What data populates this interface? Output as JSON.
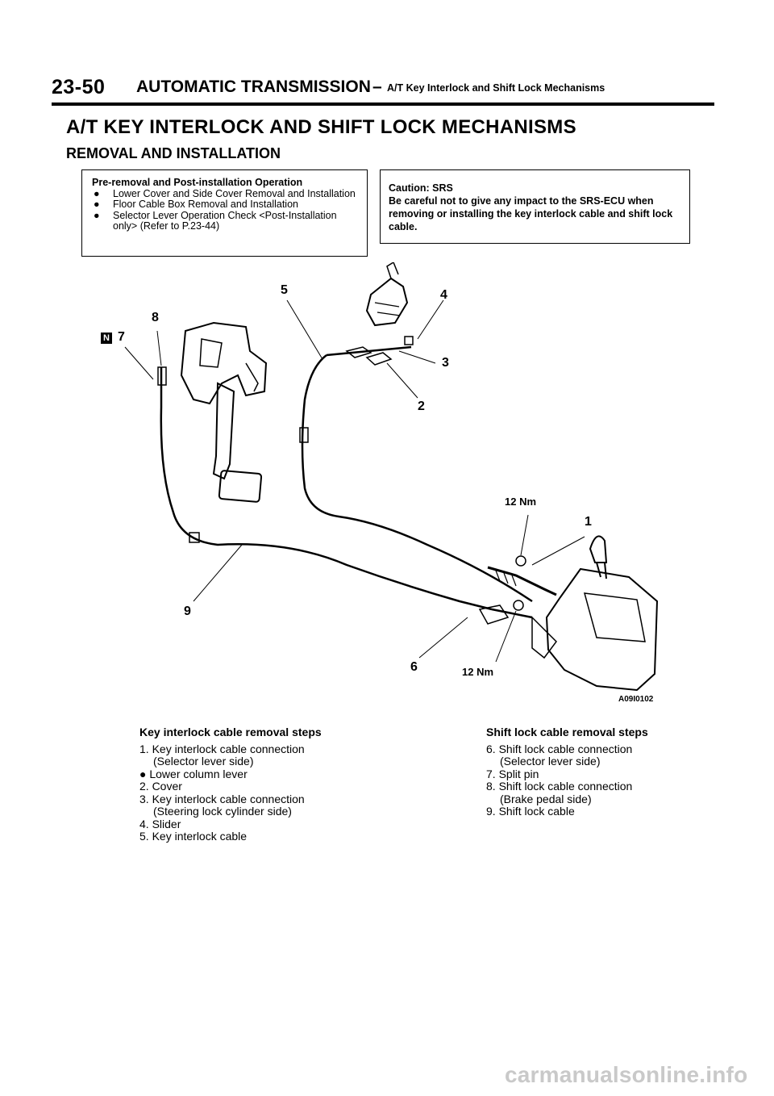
{
  "header": {
    "page_number": "23-50",
    "section": "AUTOMATIC TRANSMISSION",
    "dash": "–",
    "subsection": "A/T Key Interlock and Shift Lock Mechanisms"
  },
  "title": "A/T KEY INTERLOCK AND SHIFT LOCK MECHANISMS",
  "subtitle": "REMOVAL AND INSTALLATION",
  "pre_box": {
    "heading": "Pre-removal and Post-installation Operation",
    "bullet": "●",
    "items": [
      "Lower Cover and Side Cover Removal and Installation",
      "Floor Cable Box Removal and Installation",
      "Selector Lever Operation Check <Post-Installation only> (Refer to P.23-44)"
    ]
  },
  "caution_box": {
    "heading": "Caution: SRS",
    "text": "Be careful not to give any impact to the SRS-ECU when removing or installing the key interlock cable and shift lock cable."
  },
  "figure": {
    "callouts": {
      "c1": "1",
      "c2": "2",
      "c3": "3",
      "c4": "4",
      "c5": "5",
      "c6": "6",
      "c7": "7",
      "c8": "8",
      "c9": "9",
      "n_mark": "N",
      "torque_top": "12 Nm",
      "torque_bottom": "12 Nm"
    },
    "figure_id": "A09I0102"
  },
  "key_steps": {
    "heading": "Key interlock cable removal steps",
    "items": [
      {
        "line1": "1. Key interlock cable connection",
        "line2": "(Selector lever side)"
      },
      {
        "line1": "● Lower column lever",
        "line2": ""
      },
      {
        "line1": "2. Cover",
        "line2": ""
      },
      {
        "line1": "3. Key interlock cable connection",
        "line2": "(Steering lock cylinder side)"
      },
      {
        "line1": "4. Slider",
        "line2": ""
      },
      {
        "line1": "5. Key interlock cable",
        "line2": ""
      }
    ]
  },
  "shift_steps": {
    "heading": "Shift lock cable removal steps",
    "items": [
      {
        "line1": "6. Shift lock cable connection",
        "line2": "(Selector lever side)"
      },
      {
        "line1": "7. Split pin",
        "line2": ""
      },
      {
        "line1": "8. Shift lock cable connection",
        "line2": "(Brake pedal side)"
      },
      {
        "line1": "9. Shift lock cable",
        "line2": ""
      }
    ]
  },
  "watermark": "carmanualsonline.info"
}
